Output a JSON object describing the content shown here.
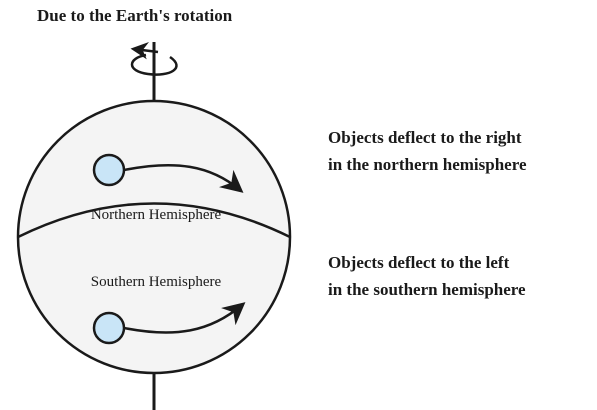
{
  "title": "Due to the Earth's rotation",
  "hemispheres": {
    "north_label": "Northern Hemisphere",
    "south_label": "Southern Hemisphere"
  },
  "captions": {
    "north_line1": "Objects deflect to the right",
    "north_line2": "in the northern hemisphere",
    "south_line1": "Objects deflect to the left",
    "south_line2": "in the southern hemisphere"
  },
  "colors": {
    "globe_fill": "#f4f4f4",
    "outline": "#1a1a1a",
    "object_fill": "#c9e5f7"
  },
  "icons": {
    "rotation": "rotation-arrow-icon",
    "object": "object-circle-icon",
    "path": "deflection-arrow-icon"
  }
}
